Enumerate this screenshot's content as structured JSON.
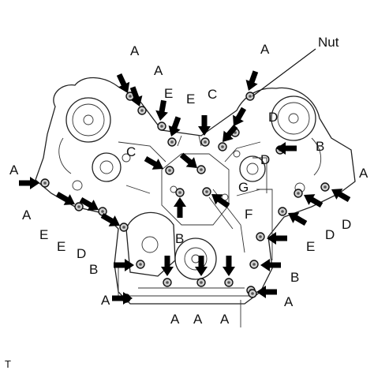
{
  "diagram": {
    "nut_label": "Nut",
    "footer_code": "T",
    "labels": [
      {
        "text": "A"
      },
      {
        "text": "A"
      },
      {
        "text": "E"
      },
      {
        "text": "E"
      },
      {
        "text": "C"
      },
      {
        "text": "A"
      },
      {
        "text": "D"
      },
      {
        "text": "B"
      },
      {
        "text": "D"
      },
      {
        "text": "C"
      },
      {
        "text": "G"
      },
      {
        "text": "F"
      },
      {
        "text": "A"
      },
      {
        "text": "A"
      },
      {
        "text": "A"
      },
      {
        "text": "E"
      },
      {
        "text": "E"
      },
      {
        "text": "D"
      },
      {
        "text": "B"
      },
      {
        "text": "B"
      },
      {
        "text": "D"
      },
      {
        "text": "D"
      },
      {
        "text": "E"
      },
      {
        "text": "B"
      },
      {
        "text": "A"
      },
      {
        "text": "A"
      },
      {
        "text": "A"
      },
      {
        "text": "A"
      },
      {
        "text": "A"
      }
    ]
  }
}
